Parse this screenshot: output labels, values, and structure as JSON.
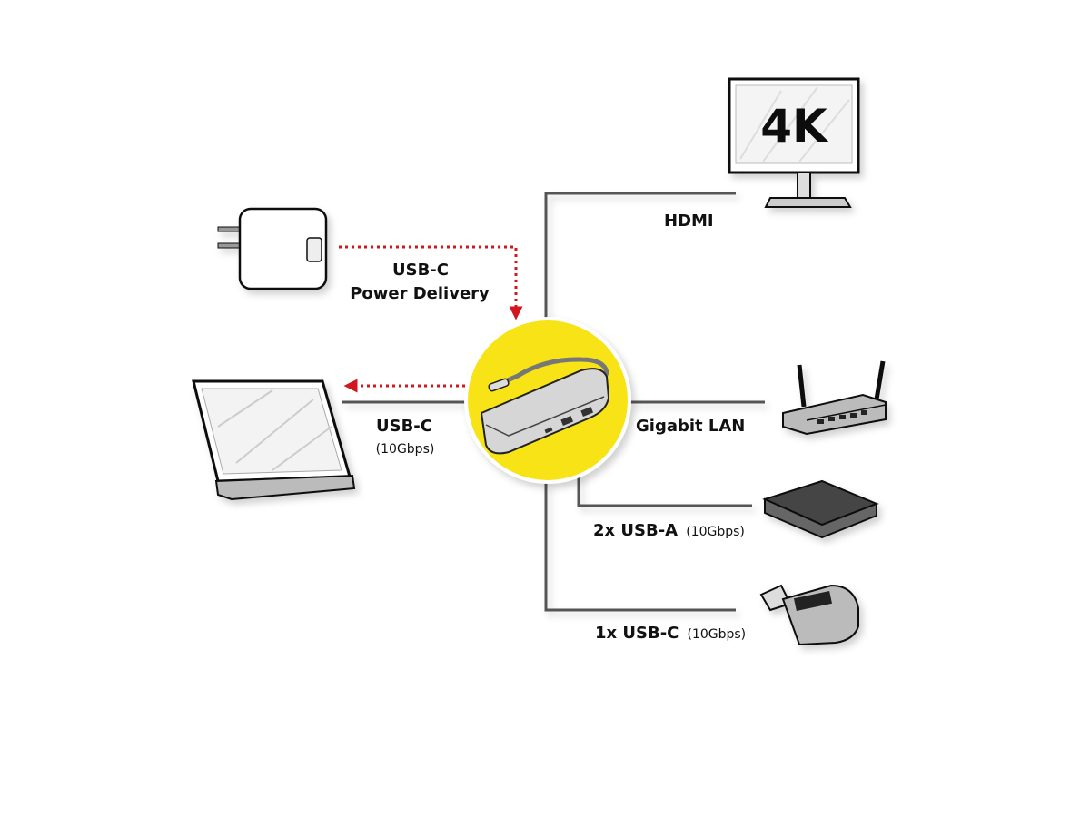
{
  "colors": {
    "hub_circle": "#f7e318",
    "power_arrow": "#d2171f",
    "connector_line": "#555555"
  },
  "hub": {
    "icon": "usb-c-hub"
  },
  "monitor": {
    "icon": "monitor",
    "resolution_label": "4K"
  },
  "connections": {
    "hdmi": {
      "label": "HDMI"
    },
    "power": {
      "label_line1": "USB-C",
      "label_line2": "Power Delivery"
    },
    "host": {
      "label": "USB-C",
      "speed": "(10Gbps)"
    },
    "lan": {
      "label": "Gigabit LAN"
    },
    "usb_a": {
      "label": "2x USB-A",
      "speed": "(10Gbps)"
    },
    "usb_c": {
      "label": "1x USB-C",
      "speed": "(10Gbps)"
    }
  }
}
